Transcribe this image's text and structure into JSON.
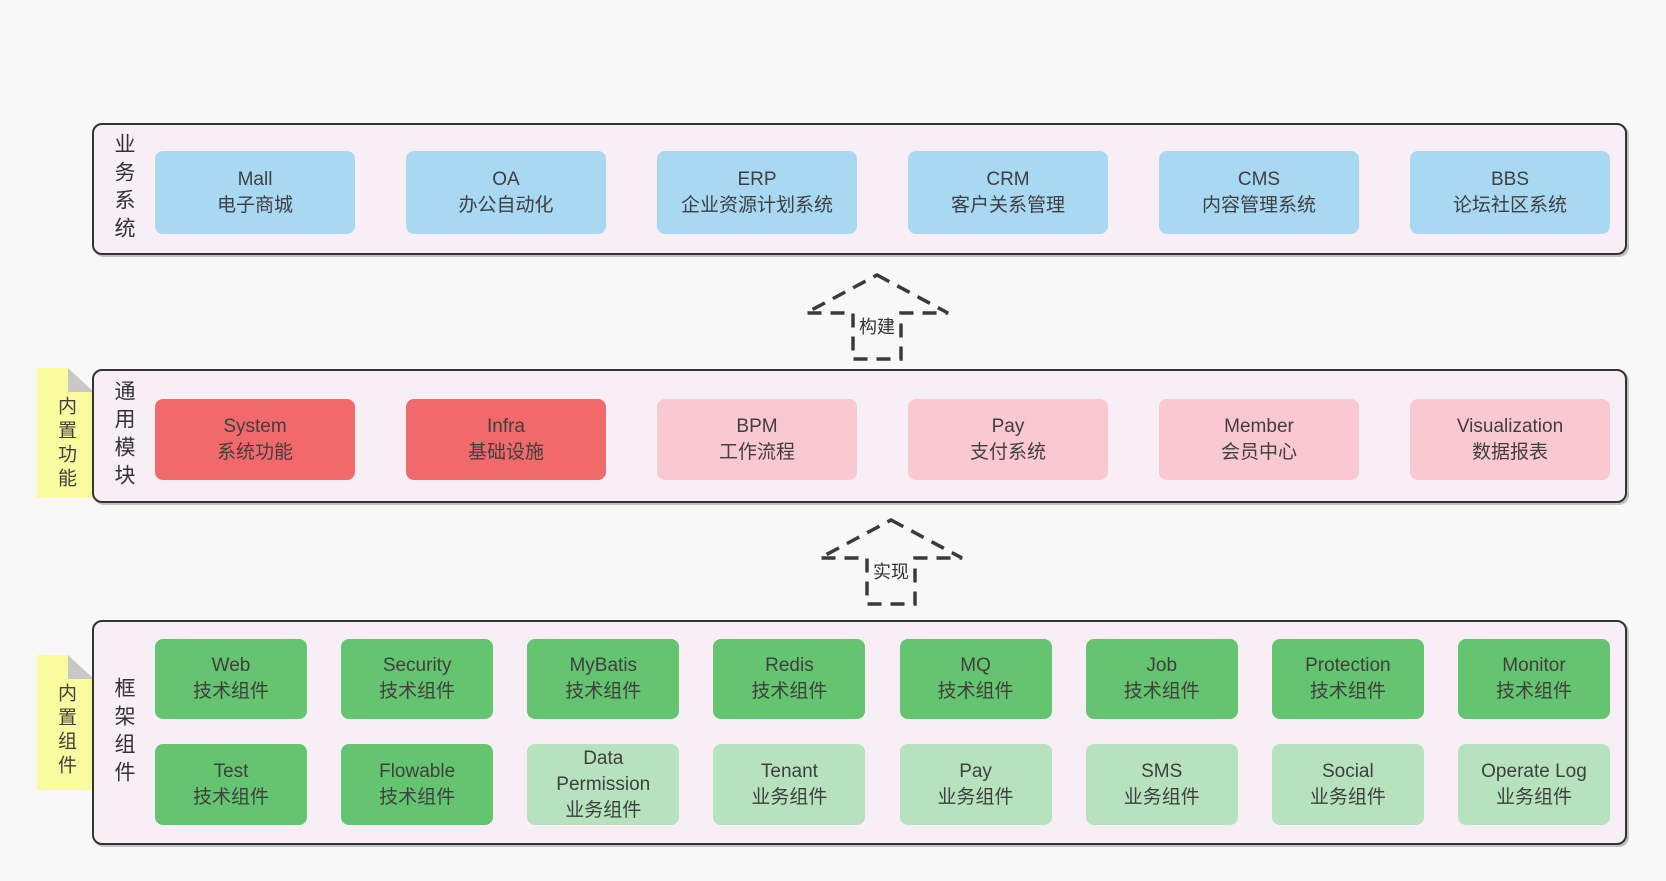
{
  "colors": {
    "page_bg": "#f8f8f8",
    "panel_bg": "#f7eef6",
    "panel_border": "#333333",
    "box_blue": "#a9d8f2",
    "box_red": "#f2696c",
    "box_pink": "#f9c8d1",
    "box_green_dark": "#65c46f",
    "box_green_light": "#b6e3be",
    "note_bg": "#fafa9e",
    "note_fold": "#c8c8c8",
    "text": "#3f3f3f"
  },
  "arrows": {
    "build": "构建",
    "implement": "实现"
  },
  "layers": {
    "business": {
      "label": "业务系统",
      "boxes": [
        {
          "name": "Mall",
          "desc": "电子商城",
          "variant": "blue"
        },
        {
          "name": "OA",
          "desc": "办公自动化",
          "variant": "blue"
        },
        {
          "name": "ERP",
          "desc": "企业资源计划系统",
          "variant": "blue"
        },
        {
          "name": "CRM",
          "desc": "客户关系管理",
          "variant": "blue"
        },
        {
          "name": "CMS",
          "desc": "内容管理系统",
          "variant": "blue"
        },
        {
          "name": "BBS",
          "desc": "论坛社区系统",
          "variant": "blue"
        }
      ]
    },
    "modules": {
      "label": "通用模块",
      "note": "内置功能",
      "boxes": [
        {
          "name": "System",
          "desc": "系统功能",
          "variant": "red"
        },
        {
          "name": "Infra",
          "desc": "基础设施",
          "variant": "red"
        },
        {
          "name": "BPM",
          "desc": "工作流程",
          "variant": "pink"
        },
        {
          "name": "Pay",
          "desc": "支付系统",
          "variant": "pink"
        },
        {
          "name": "Member",
          "desc": "会员中心",
          "variant": "pink"
        },
        {
          "name": "Visualization",
          "desc": "数据报表",
          "variant": "pink"
        }
      ]
    },
    "components": {
      "label": "框架组件",
      "note": "内置组件",
      "row1": [
        {
          "name": "Web",
          "desc": "技术组件",
          "variant": "green"
        },
        {
          "name": "Security",
          "desc": "技术组件",
          "variant": "green"
        },
        {
          "name": "MyBatis",
          "desc": "技术组件",
          "variant": "green"
        },
        {
          "name": "Redis",
          "desc": "技术组件",
          "variant": "green"
        },
        {
          "name": "MQ",
          "desc": "技术组件",
          "variant": "green"
        },
        {
          "name": "Job",
          "desc": "技术组件",
          "variant": "green"
        },
        {
          "name": "Protection",
          "desc": "技术组件",
          "variant": "green"
        },
        {
          "name": "Monitor",
          "desc": "技术组件",
          "variant": "green"
        }
      ],
      "row2": [
        {
          "name": "Test",
          "desc": "技术组件",
          "variant": "green"
        },
        {
          "name": "Flowable",
          "desc": "技术组件",
          "variant": "green"
        },
        {
          "name": "Data\nPermission",
          "desc": "业务组件",
          "variant": "lgreen"
        },
        {
          "name": "Tenant",
          "desc": "业务组件",
          "variant": "lgreen"
        },
        {
          "name": "Pay",
          "desc": "业务组件",
          "variant": "lgreen"
        },
        {
          "name": "SMS",
          "desc": "业务组件",
          "variant": "lgreen"
        },
        {
          "name": "Social",
          "desc": "业务组件",
          "variant": "lgreen"
        },
        {
          "name": "Operate Log",
          "desc": "业务组件",
          "variant": "lgreen"
        }
      ]
    }
  }
}
